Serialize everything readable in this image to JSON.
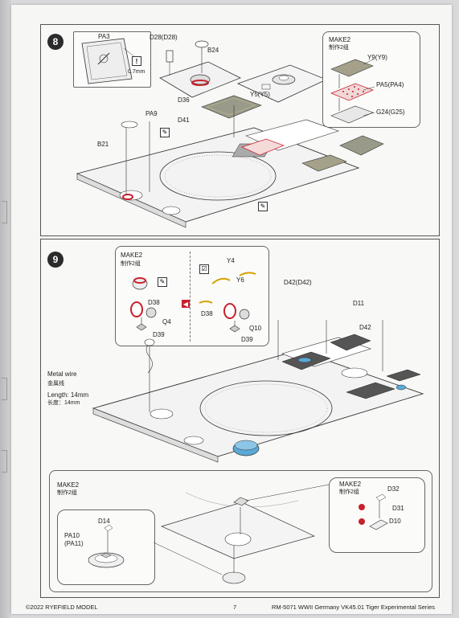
{
  "step8": {
    "number": "8",
    "labels": {
      "pa3": "PA3",
      "d28": "D28(D28)",
      "b24": "B24",
      "thickness": "0.7mm",
      "y5": "Y5(Y5)",
      "d36": "D36",
      "d41": "D41",
      "pa9": "PA9",
      "b21": "B21"
    },
    "make": {
      "title": "MAKE2",
      "subtitle": "制作2组",
      "y9": "Y9(Y9)",
      "pa5": "PA5(PA4)",
      "g24": "G24(G25)"
    },
    "warn_symbol": "!"
  },
  "step9": {
    "number": "9",
    "make_left": {
      "title": "MAKE2",
      "subtitle": "制作2组",
      "d38a": "D38",
      "q4": "Q4",
      "d39a": "D39",
      "y4": "Y4",
      "y6": "Y6",
      "d38b": "D38",
      "q10": "Q10",
      "d39b": "D39"
    },
    "labels": {
      "d42a": "D42(D42)",
      "d11": "D11",
      "d42b": "D42",
      "metal_wire": "Metal wire",
      "metal_wire_cn": "金属线",
      "length": "Length:  14mm",
      "length_cn": "长度：14mm"
    },
    "detail_left": {
      "title": "MAKE2",
      "subtitle": "制作2组",
      "d14": "D14",
      "pa10": "PA10",
      "pa11": "(PA11)"
    },
    "detail_right": {
      "title": "MAKE2",
      "subtitle": "制作2组",
      "d32": "D32",
      "d31": "D31",
      "d10": "D10"
    }
  },
  "footer": {
    "copyright": "©2022 RYEFIELD MODEL",
    "page": "7",
    "product": "RM-5071 WWII Germany VK45.01 Tiger Experimental Series"
  },
  "colors": {
    "accent_red": "#c8202c",
    "accent_blue": "#5aa9d6",
    "ink": "#2b2b2b"
  }
}
